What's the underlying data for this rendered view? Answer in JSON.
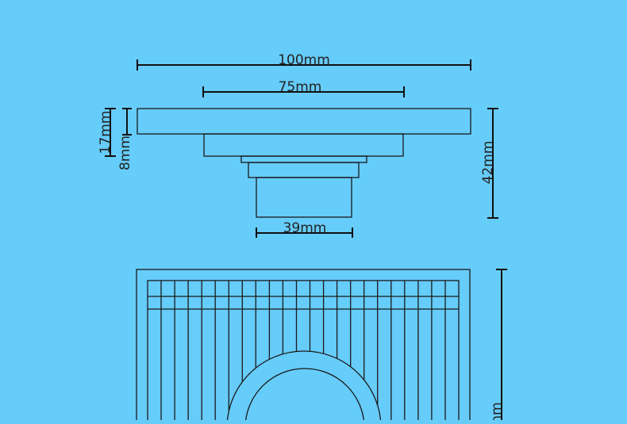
{
  "colors": {
    "background": "#66ccfa",
    "line": "#1a1a1a",
    "dimension": "#111111"
  },
  "dimensions": {
    "total_width": "100mm",
    "step_width": "75mm",
    "pipe_width": "39mm",
    "total_height": "42mm",
    "flange_height": "17mm",
    "step_height": "8mm",
    "top_view_height": "mm"
  },
  "top_view": {
    "slot_count": 23
  }
}
